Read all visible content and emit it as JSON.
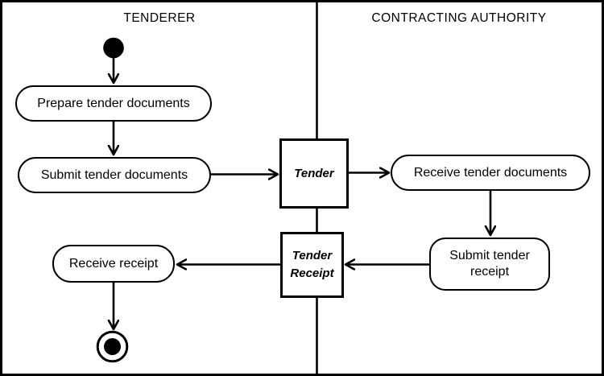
{
  "diagram": {
    "lanes": [
      {
        "title": "TENDERER"
      },
      {
        "title": "CONTRACTING AUTHORITY"
      }
    ],
    "activities": {
      "prepare": "Prepare tender documents",
      "submit_docs": "Submit tender documents",
      "receive_docs": "Receive tender documents",
      "submit_receipt": "Submit tender receipt",
      "receive_receipt": "Receive receipt"
    },
    "objects": {
      "tender": "Tender",
      "tender_receipt": "Tender Receipt"
    },
    "colors": {
      "line": "#000000",
      "background": "#ffffff"
    }
  }
}
